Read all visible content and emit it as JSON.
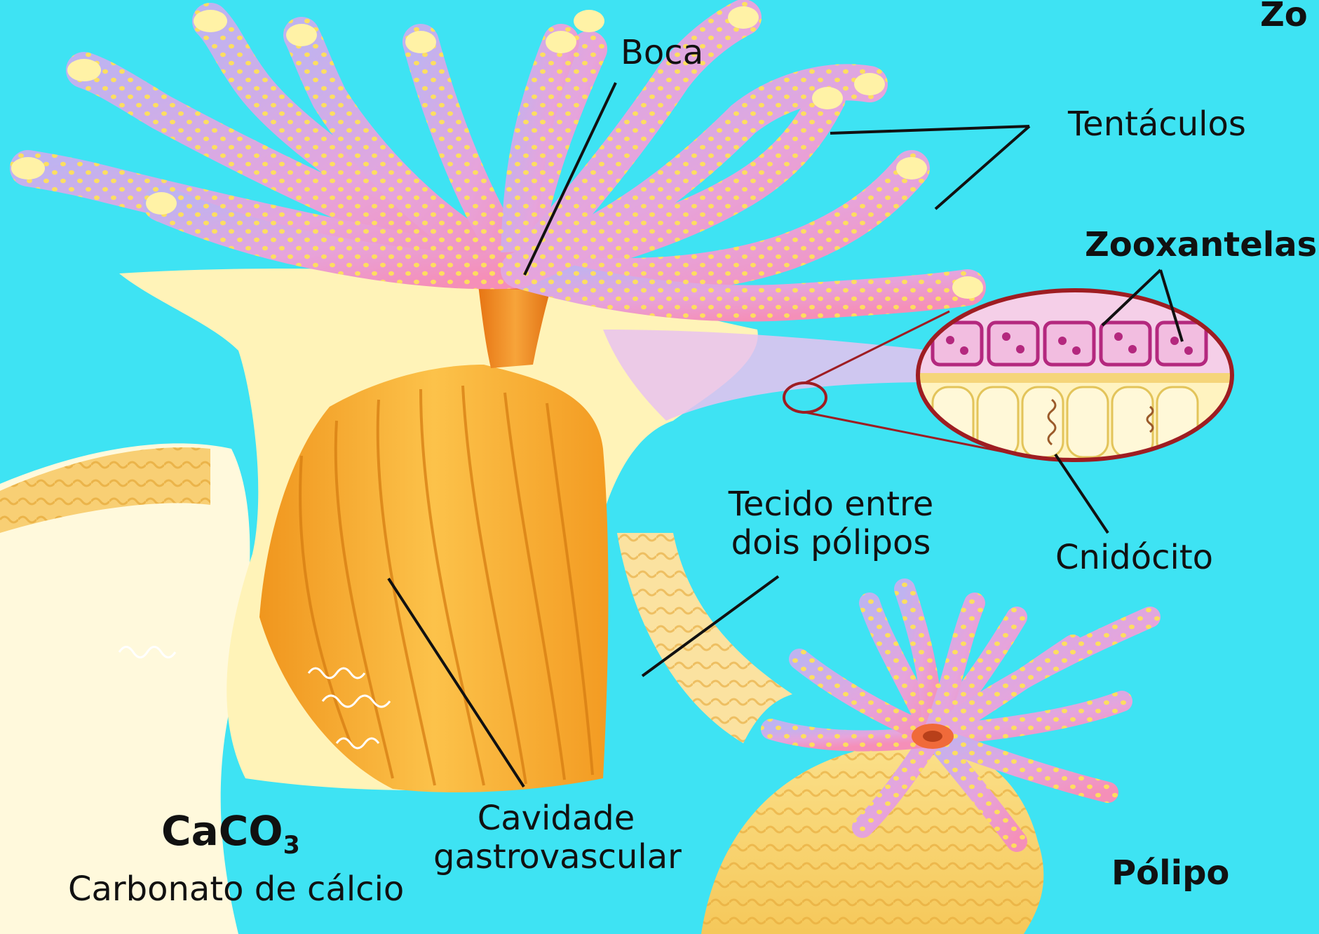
{
  "labels": {
    "top_corner": "Zo",
    "boca": "Boca",
    "tentaculos": "Tentáculos",
    "zooxantelas": "Zooxantelas",
    "tecido_line1": "Tecido entre",
    "tecido_line2": "dois pólipos",
    "cnidocito": "Cnidócito",
    "cavidade_line1": "Cavidade",
    "cavidade_line2": "gastrovascular",
    "formula_base": "CaCO",
    "formula_sub": "3",
    "carbonato": "Carbonato de cálcio",
    "polipo": "Pólipo"
  },
  "colors": {
    "water": "#3ee3f3",
    "body_cream": "#fff3b8",
    "column_orange": "#f6a52a",
    "tentacle_lilac": "#c7a9e6",
    "tentacle_pink": "#ef9ac8",
    "dots_yellow": "#ffe15a",
    "zooxanthellae_magenta": "#b4287e",
    "lens_outline": "#9e1d22"
  }
}
